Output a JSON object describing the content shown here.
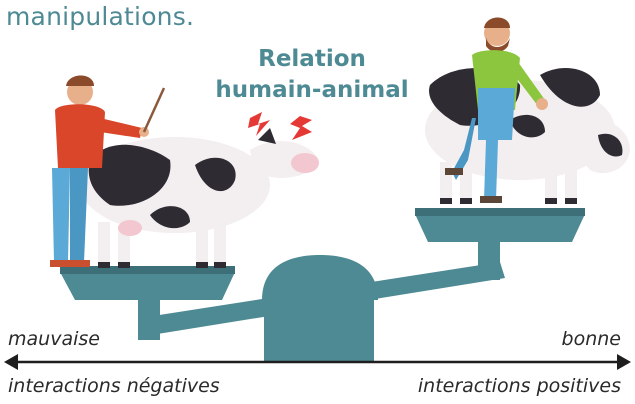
{
  "top_text": "manipulations.",
  "title": {
    "line1": "Relation",
    "line2": "humain-animal"
  },
  "scale_labels": {
    "left_top": "mauvaise",
    "right_top": "bonne",
    "left_bottom": "interactions négatives",
    "right_bottom": "interactions positives"
  },
  "icons": [
    "lightning-icon",
    "cow",
    "farmer",
    "stick",
    "balance-scale",
    "double-arrow"
  ],
  "colors": {
    "teal": "#4e8a93",
    "dark_teal": "#3d6f79",
    "lightning": "#e53935",
    "farmer_left_shirt": "#d9462a",
    "farmer_right_shirt": "#8cc63f",
    "jeans": "#5aa9d6",
    "cow_patch": "#2e2b33"
  }
}
